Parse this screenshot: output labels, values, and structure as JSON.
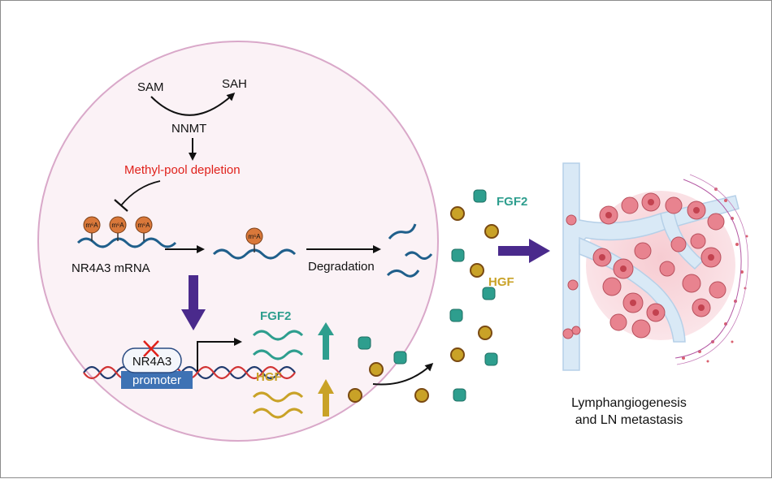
{
  "cell": {
    "sam": "SAM",
    "sah": "SAH",
    "enzyme": "NNMT",
    "depletion": "Methyl-pool depletion",
    "m6a_mark": "m⁶A",
    "mrna_label": "NR4A3 mRNA",
    "degradation": "Degradation",
    "gene_name": "NR4A3",
    "promoter": "promoter",
    "fgf2": "FGF2",
    "hgf": "HGF"
  },
  "secreted": {
    "fgf2": "FGF2",
    "hgf": "HGF"
  },
  "outcome": {
    "line1": "Lymphangiogenesis",
    "line2": "and LN metastasis"
  },
  "colors": {
    "fgf2": "#2e9e8e",
    "hgf": "#c9a227",
    "depletion_text": "#e0211b",
    "arrow_purple": "#4a2a8c",
    "mrna": "#1f5f8b",
    "m6a_ball": "#d9783a",
    "cell_fill": "#fbf2f6",
    "cell_border": "#d9a8c9",
    "promoter_box": "#3e72b4"
  }
}
